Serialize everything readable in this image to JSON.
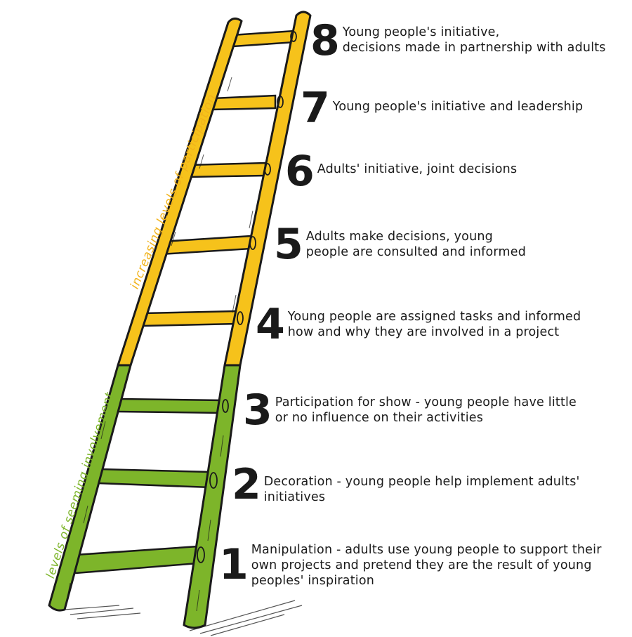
{
  "side_labels": {
    "upper": "increasing levels of participation",
    "lower": "levels of seeming involvement"
  },
  "colors": {
    "upper_ladder": "#f6c21b",
    "lower_ladder": "#7db52a",
    "upper_text": "#f2b31a",
    "lower_text": "#7db52a",
    "outline": "#1a1a1a"
  },
  "steps": [
    {
      "number": "8",
      "text": "Young people's initiative,\ndecisions made in partnership with adults"
    },
    {
      "number": "7",
      "text": "Young people's initiative and leadership"
    },
    {
      "number": "6",
      "text": "Adults' initiative, joint decisions"
    },
    {
      "number": "5",
      "text": "Adults make decisions, young\npeople are consulted and informed"
    },
    {
      "number": "4",
      "text": "Young people are assigned tasks and informed\nhow and why they are involved in a project"
    },
    {
      "number": "3",
      "text": "Participation for show - young people have little\nor no influence on their activities"
    },
    {
      "number": "2",
      "text": "Decoration - young people help implement adults' initiatives"
    },
    {
      "number": "1",
      "text": "Manipulation - adults use young people to support their\nown projects and pretend they are the result of young\npeoples' inspiration"
    }
  ]
}
